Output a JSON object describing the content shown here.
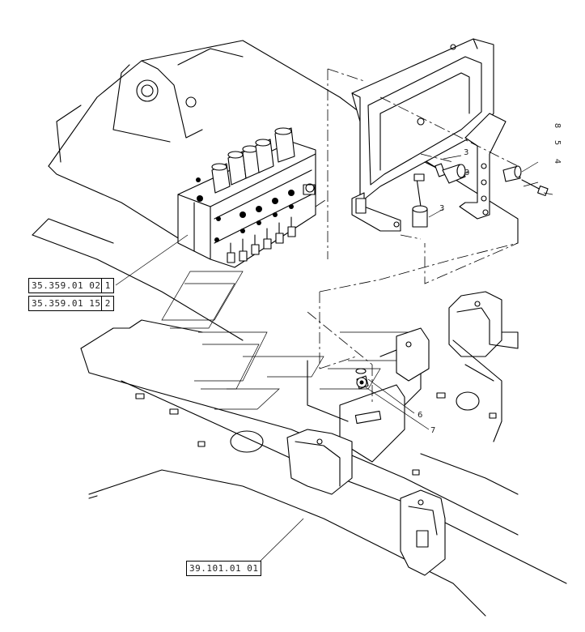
{
  "references": [
    {
      "code": "35.359.01 02",
      "index": "1"
    },
    {
      "code": "35.359.01 15",
      "index": "2"
    },
    {
      "code": "39.101.01 01",
      "index": ""
    }
  ],
  "callouts": {
    "c3a": "3",
    "c3b": "3",
    "c3c": "3",
    "c6": "6",
    "c7": "7",
    "c4": "4",
    "c5": "5",
    "c8": "8"
  }
}
